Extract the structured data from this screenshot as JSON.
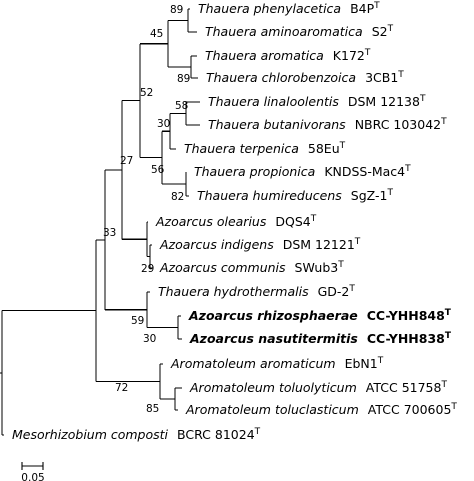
{
  "taxa": [
    {
      "name": "Thauera phenylacetica",
      "strain": "B4P",
      "sup": "T",
      "bold": false
    },
    {
      "name": "Thauera aminoaromatica",
      "strain": "S2",
      "sup": "T",
      "bold": false
    },
    {
      "name": "Thauera aromatica",
      "strain": "K172",
      "sup": "T",
      "bold": false
    },
    {
      "name": "Thauera chlorobenzoica",
      "strain": "3CB1",
      "sup": "T",
      "bold": false
    },
    {
      "name": "Thauera linaloolentis",
      "strain": "DSM 12138",
      "sup": "T",
      "bold": false
    },
    {
      "name": "Thauera butanivorans",
      "strain": "NBRC 103042",
      "sup": "T",
      "bold": false
    },
    {
      "name": "Thauera terpenica",
      "strain": "58Eu",
      "sup": "T",
      "bold": false
    },
    {
      "name": "Thauera propionica",
      "strain": "KNDSS-Mac4",
      "sup": "T",
      "bold": false
    },
    {
      "name": "Thauera humireducens",
      "strain": "SgZ-1",
      "sup": "T",
      "bold": false
    },
    {
      "name": "Azoarcus olearius",
      "strain": "DQS4",
      "sup": "T",
      "bold": false
    },
    {
      "name": "Azoarcus indigens",
      "strain": "DSM 12121",
      "sup": "T",
      "bold": false
    },
    {
      "name": "Azoarcus communis",
      "strain": "SWub3",
      "sup": "T",
      "bold": false
    },
    {
      "name": "Thauera hydrothermalis",
      "strain": "GD-2",
      "sup": "T",
      "bold": false
    },
    {
      "name": "Azoarcus rhizosphaerae",
      "strain": "CC-YHH848",
      "sup": "T",
      "bold": true
    },
    {
      "name": "Azoarcus nasutitermitis",
      "strain": "CC-YHH838",
      "sup": "T",
      "bold": true
    },
    {
      "name": "Aromatoleum aromaticum",
      "strain": "EbN1",
      "sup": "T",
      "bold": false
    },
    {
      "name": "Aromatoleum toluolyticum",
      "strain": "ATCC 51758",
      "sup": "T",
      "bold": false
    },
    {
      "name": "Aromatoleum toluclasticum",
      "strain": "ATCC 700605",
      "sup": "T",
      "bold": false
    },
    {
      "name": "Mesorhizobium composti",
      "strain": "BCRC 81024",
      "sup": "T",
      "bold": false
    }
  ],
  "bootstrap": [
    "89",
    "45",
    "89",
    "52",
    "58",
    "30",
    "56",
    "82",
    "27",
    "29",
    "33",
    "59",
    "30",
    "72",
    "85"
  ],
  "scale_bar": {
    "label": "0.05"
  }
}
